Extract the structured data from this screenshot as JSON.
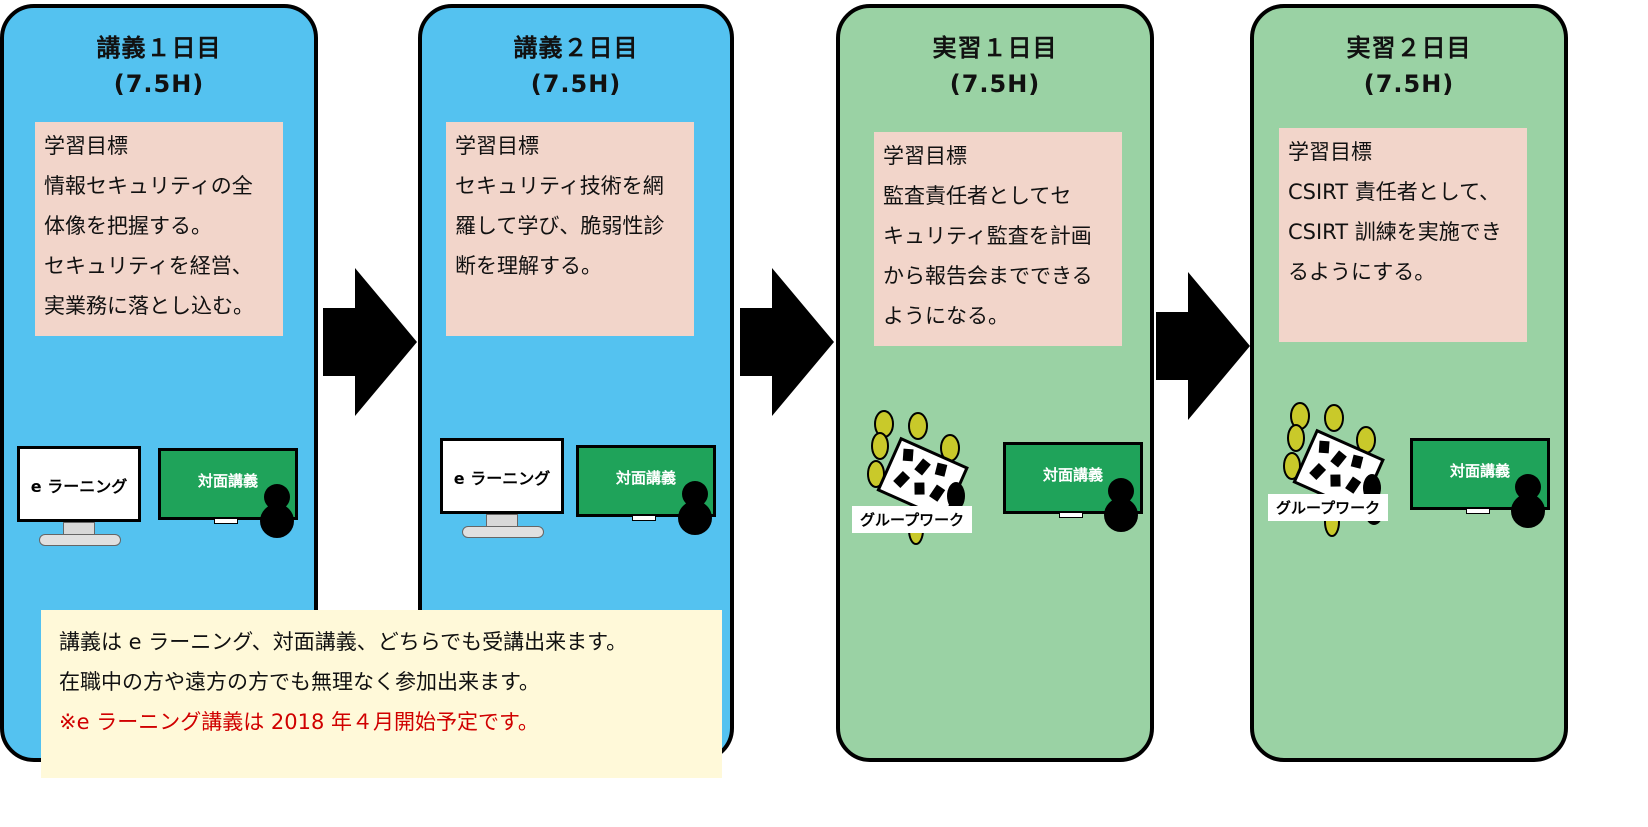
{
  "panels": [
    {
      "title": "講義１日目",
      "hours": "(7.5H)",
      "goal_heading": "学習目標",
      "goal_lines": [
        "情報セキュリティの全",
        "体像を把握する。",
        "セキュリティを経営、",
        "実業務に落とし込む。"
      ],
      "left_device": {
        "kind": "monitor",
        "label": "e ラーニング"
      },
      "board_label": "対面講義"
    },
    {
      "title": "講義２日目",
      "hours": "(7.5H)",
      "goal_heading": "学習目標",
      "goal_lines": [
        "セキュリティ技術を網",
        "羅して学び、脆弱性診",
        "断を理解する。"
      ],
      "left_device": {
        "kind": "monitor",
        "label": "e ラーニング"
      },
      "board_label": "対面講義"
    },
    {
      "title": "実習１日目",
      "hours": "(7.5H)",
      "goal_heading": "学習目標",
      "goal_lines": [
        "監査責任者としてセ",
        "キュリティ監査を計画",
        "から報告会までできる",
        "ようになる。"
      ],
      "left_device": {
        "kind": "group",
        "label": "グループワーク"
      },
      "board_label": "対面講義"
    },
    {
      "title": "実習２日目",
      "hours": "(7.5H)",
      "goal_heading": "学習目標",
      "goal_lines": [
        "CSIRT 責任者として、",
        "CSIRT 訓練を実施でき",
        "るようにする。"
      ],
      "left_device": {
        "kind": "group",
        "label": "グループワーク"
      },
      "board_label": "対面講義"
    }
  ],
  "note": {
    "line1": "講義は e ラーニング、対面講義、どちらでも受講出来ます。",
    "line2": "在職中の方や遠方の方でも無理なく参加出来ます。",
    "line3": "※e ラーニング講義は 2018 年４月開始予定です。"
  },
  "colors": {
    "lecture_panel": "#54c2f0",
    "practice_panel": "#9ad2a4",
    "goal_box": "#f2d5ca",
    "note_box": "#fff9d9",
    "note_warning": "#d00000",
    "board": "#1fa35a"
  },
  "icons": [
    "arrow-right-icon",
    "monitor-icon",
    "blackboard-icon",
    "person-icon",
    "group-work-icon"
  ]
}
